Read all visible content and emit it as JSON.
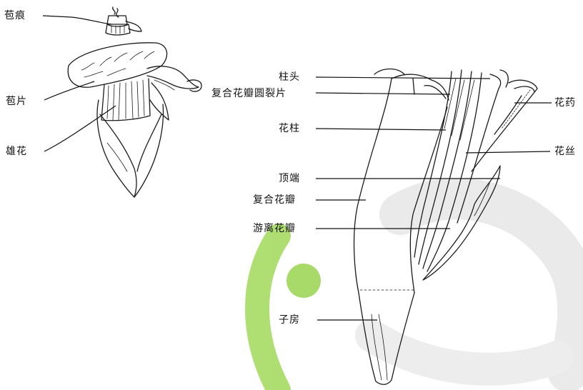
{
  "left_figure": {
    "labels": {
      "bract_scar": "苞痕",
      "bract": "苞片",
      "male_flower": "雄花"
    }
  },
  "right_figure": {
    "labels": {
      "stigma": "柱头",
      "compound_tepal_lobe": "复合花瓣圆裂片",
      "style": "花柱",
      "apex": "顶端",
      "compound_tepal": "复合花瓣",
      "free_tepal": "游离花瓣",
      "ovary": "子房",
      "anther": "花药",
      "filament": "花丝"
    }
  },
  "watermark": {
    "colors": {
      "green": "#9fd65a",
      "gray": "#e6e6e6"
    }
  }
}
